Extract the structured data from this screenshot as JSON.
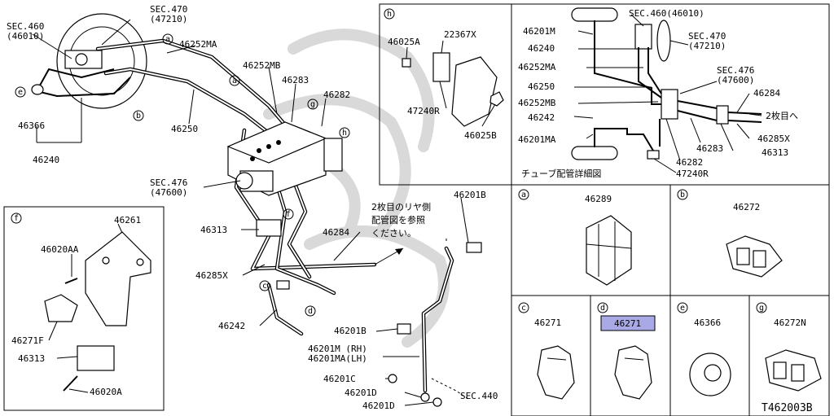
{
  "diagram_code": "T462003B",
  "main": {
    "labels": {
      "sec460": "SEC.460",
      "sec460_ref": "(46010)",
      "sec470": "SEC.470",
      "sec470_ref": "(47210)",
      "p46252MA": "46252MA",
      "p46252MB": "46252MB",
      "p46283": "46283",
      "p46282": "46282",
      "p46366": "46366",
      "p46250": "46250",
      "p46240": "46240",
      "sec476": "SEC.476",
      "sec476_ref": "(47600)",
      "p46313": "46313",
      "p46284": "46284",
      "p46285X": "46285X",
      "p46242": "46242",
      "p46201B_top": "46201B",
      "p46201B_mid": "46201B",
      "p46201M": "46201M (RH)",
      "p46201MA": "46201MA(LH)",
      "p46201C": "46201C",
      "p46201D_1": "46201D",
      "p46201D_2": "46201D",
      "sec440": "SEC.440",
      "note_line1": "2枚目のリヤ側",
      "note_line2": "配管図を参照",
      "note_line3": "ください。"
    },
    "callouts": {
      "a1": "a",
      "a2": "a",
      "b": "b",
      "c": "c",
      "d": "d",
      "e": "e",
      "f": "f",
      "g": "g",
      "h": "h"
    }
  },
  "panel_f": {
    "callout": "f",
    "labels": {
      "p46261": "46261",
      "p46020AA": "46020AA",
      "p46271F": "46271F",
      "p46313": "46313",
      "p46020A": "46020A"
    }
  },
  "panel_h": {
    "callout": "h",
    "labels": {
      "p46025A": "46025A",
      "p22367X": "22367X",
      "p47240R": "47240R",
      "p46025B": "46025B"
    }
  },
  "tube_detail": {
    "title": "チューブ配管詳細図",
    "labels": {
      "sec460": "SEC.460(46010)",
      "sec470": "SEC.470",
      "sec470_ref": "(47210)",
      "sec476": "SEC.476",
      "sec476_ref": "(47600)",
      "p46201M": "46201M",
      "p46240": "46240",
      "p46252MA": "46252MA",
      "p46250": "46250",
      "p46252MB": "46252MB",
      "p46242": "46242",
      "p46201MA": "46201MA",
      "p46284": "46284",
      "note": "2枚目へ",
      "p46285X": "46285X",
      "p46313": "46313",
      "p46283": "46283",
      "p46282": "46282",
      "p47240R": "47240R"
    }
  },
  "parts": [
    {
      "callout": "a",
      "part": "46289"
    },
    {
      "callout": "b",
      "part": "46272"
    },
    {
      "callout": "c",
      "part": "46271"
    },
    {
      "callout": "d",
      "part": "46271",
      "highlighted": true,
      "highlight_color": "#a9a9e6"
    },
    {
      "callout": "e",
      "part": "46366"
    },
    {
      "callout": "g",
      "part": "46272N"
    }
  ]
}
